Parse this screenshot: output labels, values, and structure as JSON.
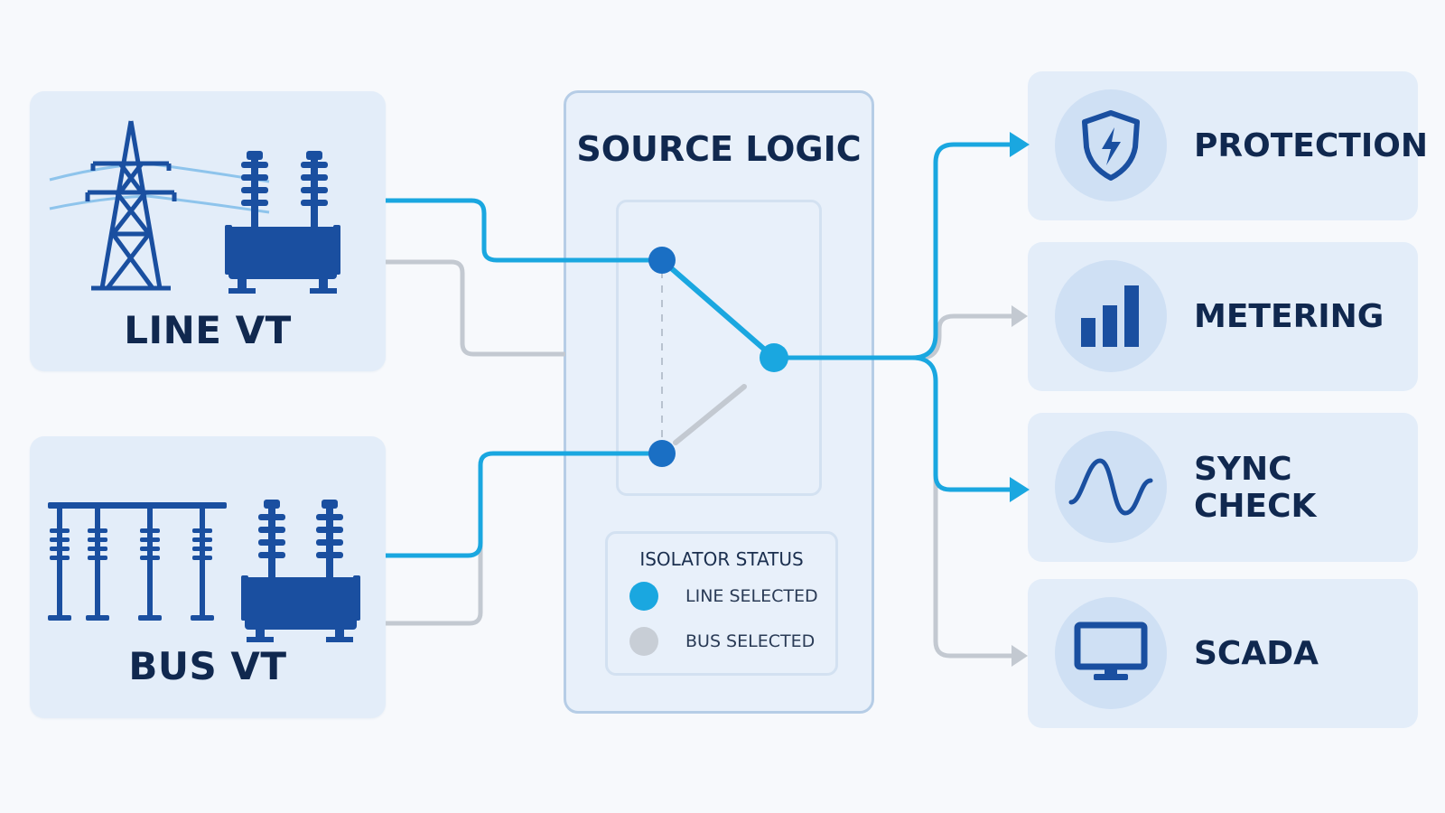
{
  "sources": {
    "line_vt": {
      "label": "LINE VT",
      "icon": "transmission-tower-and-transformer"
    },
    "bus_vt": {
      "label": "BUS VT",
      "icon": "busbar-and-transformer"
    }
  },
  "source_logic": {
    "title": "SOURCE LOGIC",
    "isolator_status": {
      "title": "ISOLATOR STATUS",
      "items": [
        {
          "label": "LINE SELECTED",
          "color": "#1aa7e0",
          "active": true
        },
        {
          "label": "BUS SELECTED",
          "color": "#c8ced6",
          "active": false
        }
      ]
    },
    "switch_position": "line"
  },
  "outputs": [
    {
      "label": "PROTECTION",
      "icon": "shield-lightning-icon",
      "active": true
    },
    {
      "label": "METERING",
      "icon": "bar-chart-icon",
      "active": false
    },
    {
      "label": "SYNC CHECK",
      "icon": "sine-wave-icon",
      "active": true
    },
    {
      "label": "SCADA",
      "icon": "monitor-icon",
      "active": false
    }
  ],
  "colors": {
    "active_wire": "#1aa7e0",
    "inactive_wire": "#c3c9d1",
    "icon_blue": "#1a4fa0",
    "title": "#10284f"
  }
}
